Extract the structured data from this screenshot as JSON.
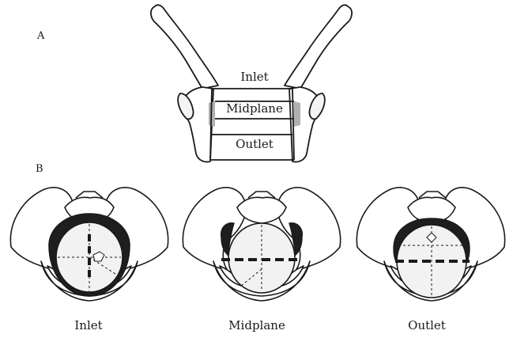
{
  "panels": {
    "a": {
      "letter": "A"
    },
    "b": {
      "letter": "B"
    }
  },
  "panel_a_planes": [
    "Inlet",
    "Midplane",
    "Outlet"
  ],
  "panel_b_views": [
    "Inlet",
    "Midplane",
    "Outlet"
  ]
}
